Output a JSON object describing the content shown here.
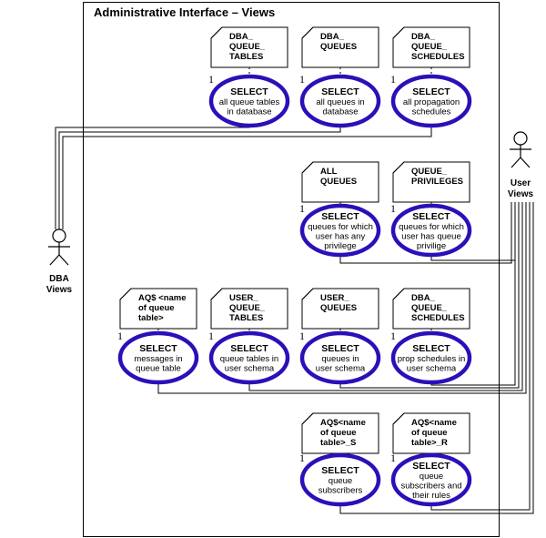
{
  "title": "Administrative Interface – Views",
  "colors": {
    "ellipse_stroke": "#2a10b8",
    "line": "#000000",
    "background": "#ffffff"
  },
  "actors": {
    "dba": {
      "label_line1": "DBA",
      "label_line2": "Views",
      "icon": "stick-figure-icon"
    },
    "user": {
      "label_line1": "User",
      "label_line2": "Views",
      "icon": "stick-figure-icon"
    }
  },
  "use_cases": [
    {
      "id": "dba-queue-tables",
      "row": 0,
      "col": 1,
      "actor": "dba",
      "multiplicity": "1",
      "view": [
        "DBA_",
        "QUEUE_",
        "TABLES"
      ],
      "action": "SELECT",
      "desc": [
        "all queue tables",
        "in database"
      ]
    },
    {
      "id": "dba-queues",
      "row": 0,
      "col": 2,
      "actor": "dba",
      "multiplicity": "1",
      "view": [
        "DBA_",
        "QUEUES"
      ],
      "action": "SELECT",
      "desc": [
        "all queues in",
        "database"
      ]
    },
    {
      "id": "dba-queue-schedules",
      "row": 0,
      "col": 3,
      "actor": "dba",
      "multiplicity": "1",
      "view": [
        "DBA_",
        "QUEUE_",
        "SCHEDULES"
      ],
      "action": "SELECT",
      "desc": [
        "all propagation",
        "schedules"
      ]
    },
    {
      "id": "all-queues",
      "row": 1,
      "col": 2,
      "actor": "user",
      "multiplicity": "1",
      "view": [
        "ALL",
        "QUEUES"
      ],
      "action": "SELECT",
      "desc": [
        "queues for which",
        "user has any",
        "privilege"
      ]
    },
    {
      "id": "queue-privileges",
      "row": 1,
      "col": 3,
      "actor": "user",
      "multiplicity": "1",
      "view": [
        "QUEUE_",
        "PRIVILEGES"
      ],
      "action": "SELECT",
      "desc": [
        "queues for which",
        "user has queue",
        "privilige"
      ]
    },
    {
      "id": "aq-queue-table",
      "row": 2,
      "col": 0,
      "actor": "user",
      "multiplicity": "1",
      "view": [
        "AQ$ <name",
        "of queue",
        "table>"
      ],
      "action": "SELECT",
      "desc": [
        "messages in",
        "queue table"
      ]
    },
    {
      "id": "user-queue-tables",
      "row": 2,
      "col": 1,
      "actor": "user",
      "multiplicity": "1",
      "view": [
        "USER_",
        "QUEUE_",
        "TABLES"
      ],
      "action": "SELECT",
      "desc": [
        "queue tables in",
        "user schema"
      ]
    },
    {
      "id": "user-queues",
      "row": 2,
      "col": 2,
      "actor": "user",
      "multiplicity": "1",
      "view": [
        "USER_",
        "QUEUES"
      ],
      "action": "SELECT",
      "desc": [
        "queues in",
        "user schema"
      ]
    },
    {
      "id": "user-dba-queue-schedules",
      "row": 2,
      "col": 3,
      "actor": "user",
      "multiplicity": "1",
      "view": [
        "DBA_",
        "QUEUE_",
        "SCHEDULES"
      ],
      "action": "SELECT",
      "desc": [
        "prop schedules in",
        "user schema"
      ]
    },
    {
      "id": "aq-queue-table-s",
      "row": 3,
      "col": 2,
      "actor": "user",
      "multiplicity": "1",
      "view": [
        "AQ$<name",
        "of queue",
        "table>_S"
      ],
      "action": "SELECT",
      "desc": [
        "queue",
        "subscribers"
      ]
    },
    {
      "id": "aq-queue-table-r",
      "row": 3,
      "col": 3,
      "actor": "user",
      "multiplicity": "1",
      "view": [
        "AQ$<name",
        "of queue",
        "table>_R"
      ],
      "action": "SELECT",
      "desc": [
        "queue",
        "subscribers and",
        "their rules"
      ]
    }
  ]
}
